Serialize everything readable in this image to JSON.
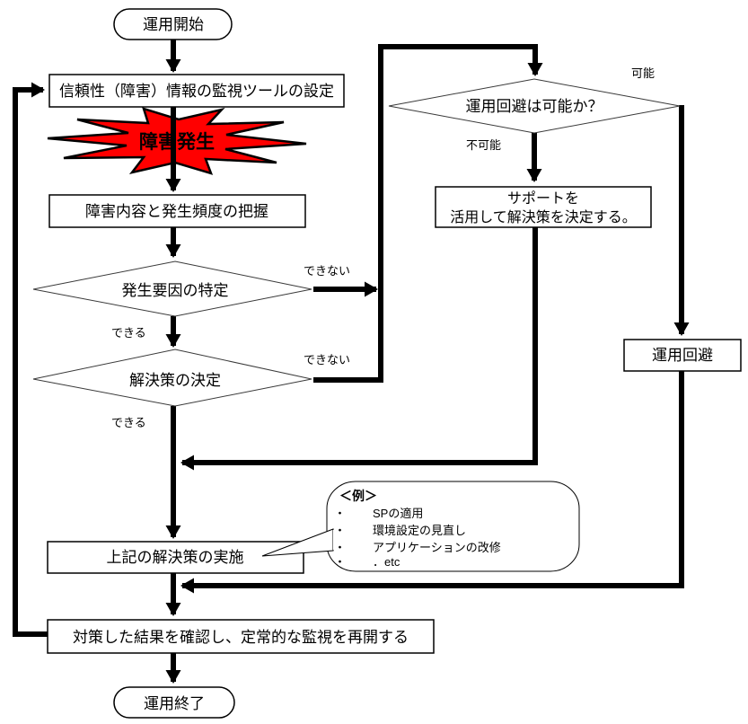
{
  "nodes": {
    "start": "運用開始",
    "setup": "信頼性（障害）情報の監視ツールの設定",
    "failure": "障害発生",
    "grasp": "障害内容と発生頻度の把握",
    "identify": "発生要因の特定",
    "decide": "解決策の決定",
    "implement": "上記の解決策の実施",
    "confirm": "対策した結果を確認し、定常的な監視を再開する",
    "end": "運用終了",
    "workaround_question": "運用回避は可能か？",
    "support_line1": "サポートを",
    "support_line2": "活用して解決策を決定する。",
    "workaround": "運用回避"
  },
  "labels": {
    "can": "できる",
    "cannot": "できない",
    "possible": "可能",
    "impossible": "不可能"
  },
  "callout": {
    "title": "＜例＞",
    "bullet": "・",
    "items": [
      "SPの適用",
      "環境設定の見直し",
      "アプリケーションの改修",
      "．etc"
    ]
  },
  "colors": {
    "burst_fill": "#ff0000",
    "line": "#000000"
  }
}
